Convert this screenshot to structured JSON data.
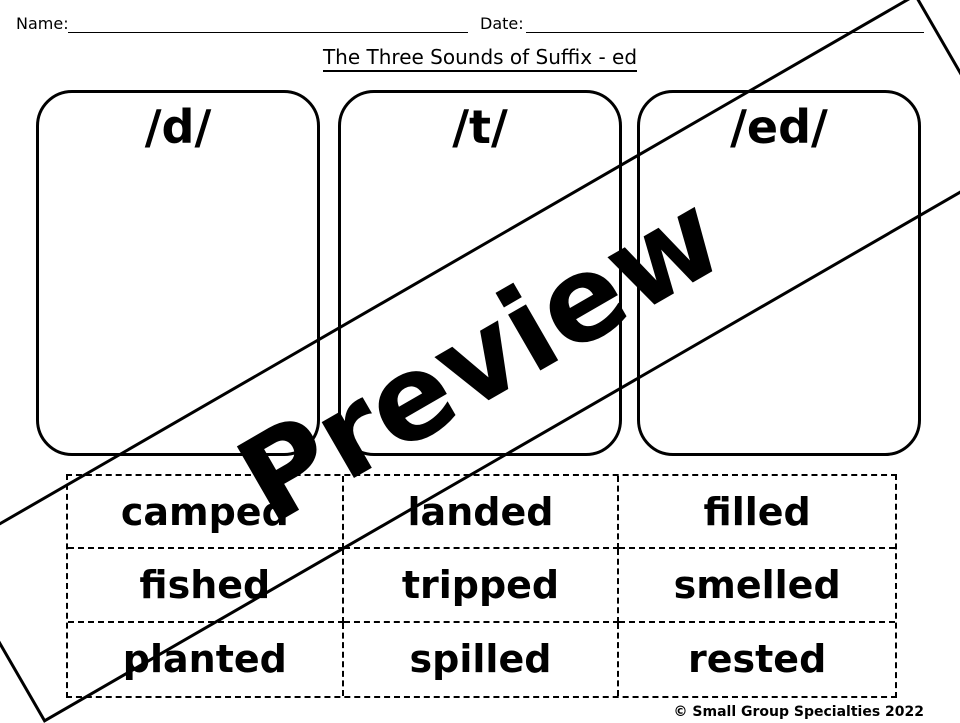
{
  "header": {
    "name_label": "Name:",
    "date_label": "Date:"
  },
  "title": "The Three Sounds of Suffix - ed",
  "sort_columns": [
    {
      "heading": "/d/"
    },
    {
      "heading": "/t/"
    },
    {
      "heading": "/ed/"
    }
  ],
  "word_cards": [
    [
      "camped",
      "landed",
      "filled"
    ],
    [
      "fished",
      "tripped",
      "smelled"
    ],
    [
      "planted",
      "spilled",
      "rested"
    ]
  ],
  "watermark": "Preview",
  "copyright": "© Small Group Specialties 2022"
}
